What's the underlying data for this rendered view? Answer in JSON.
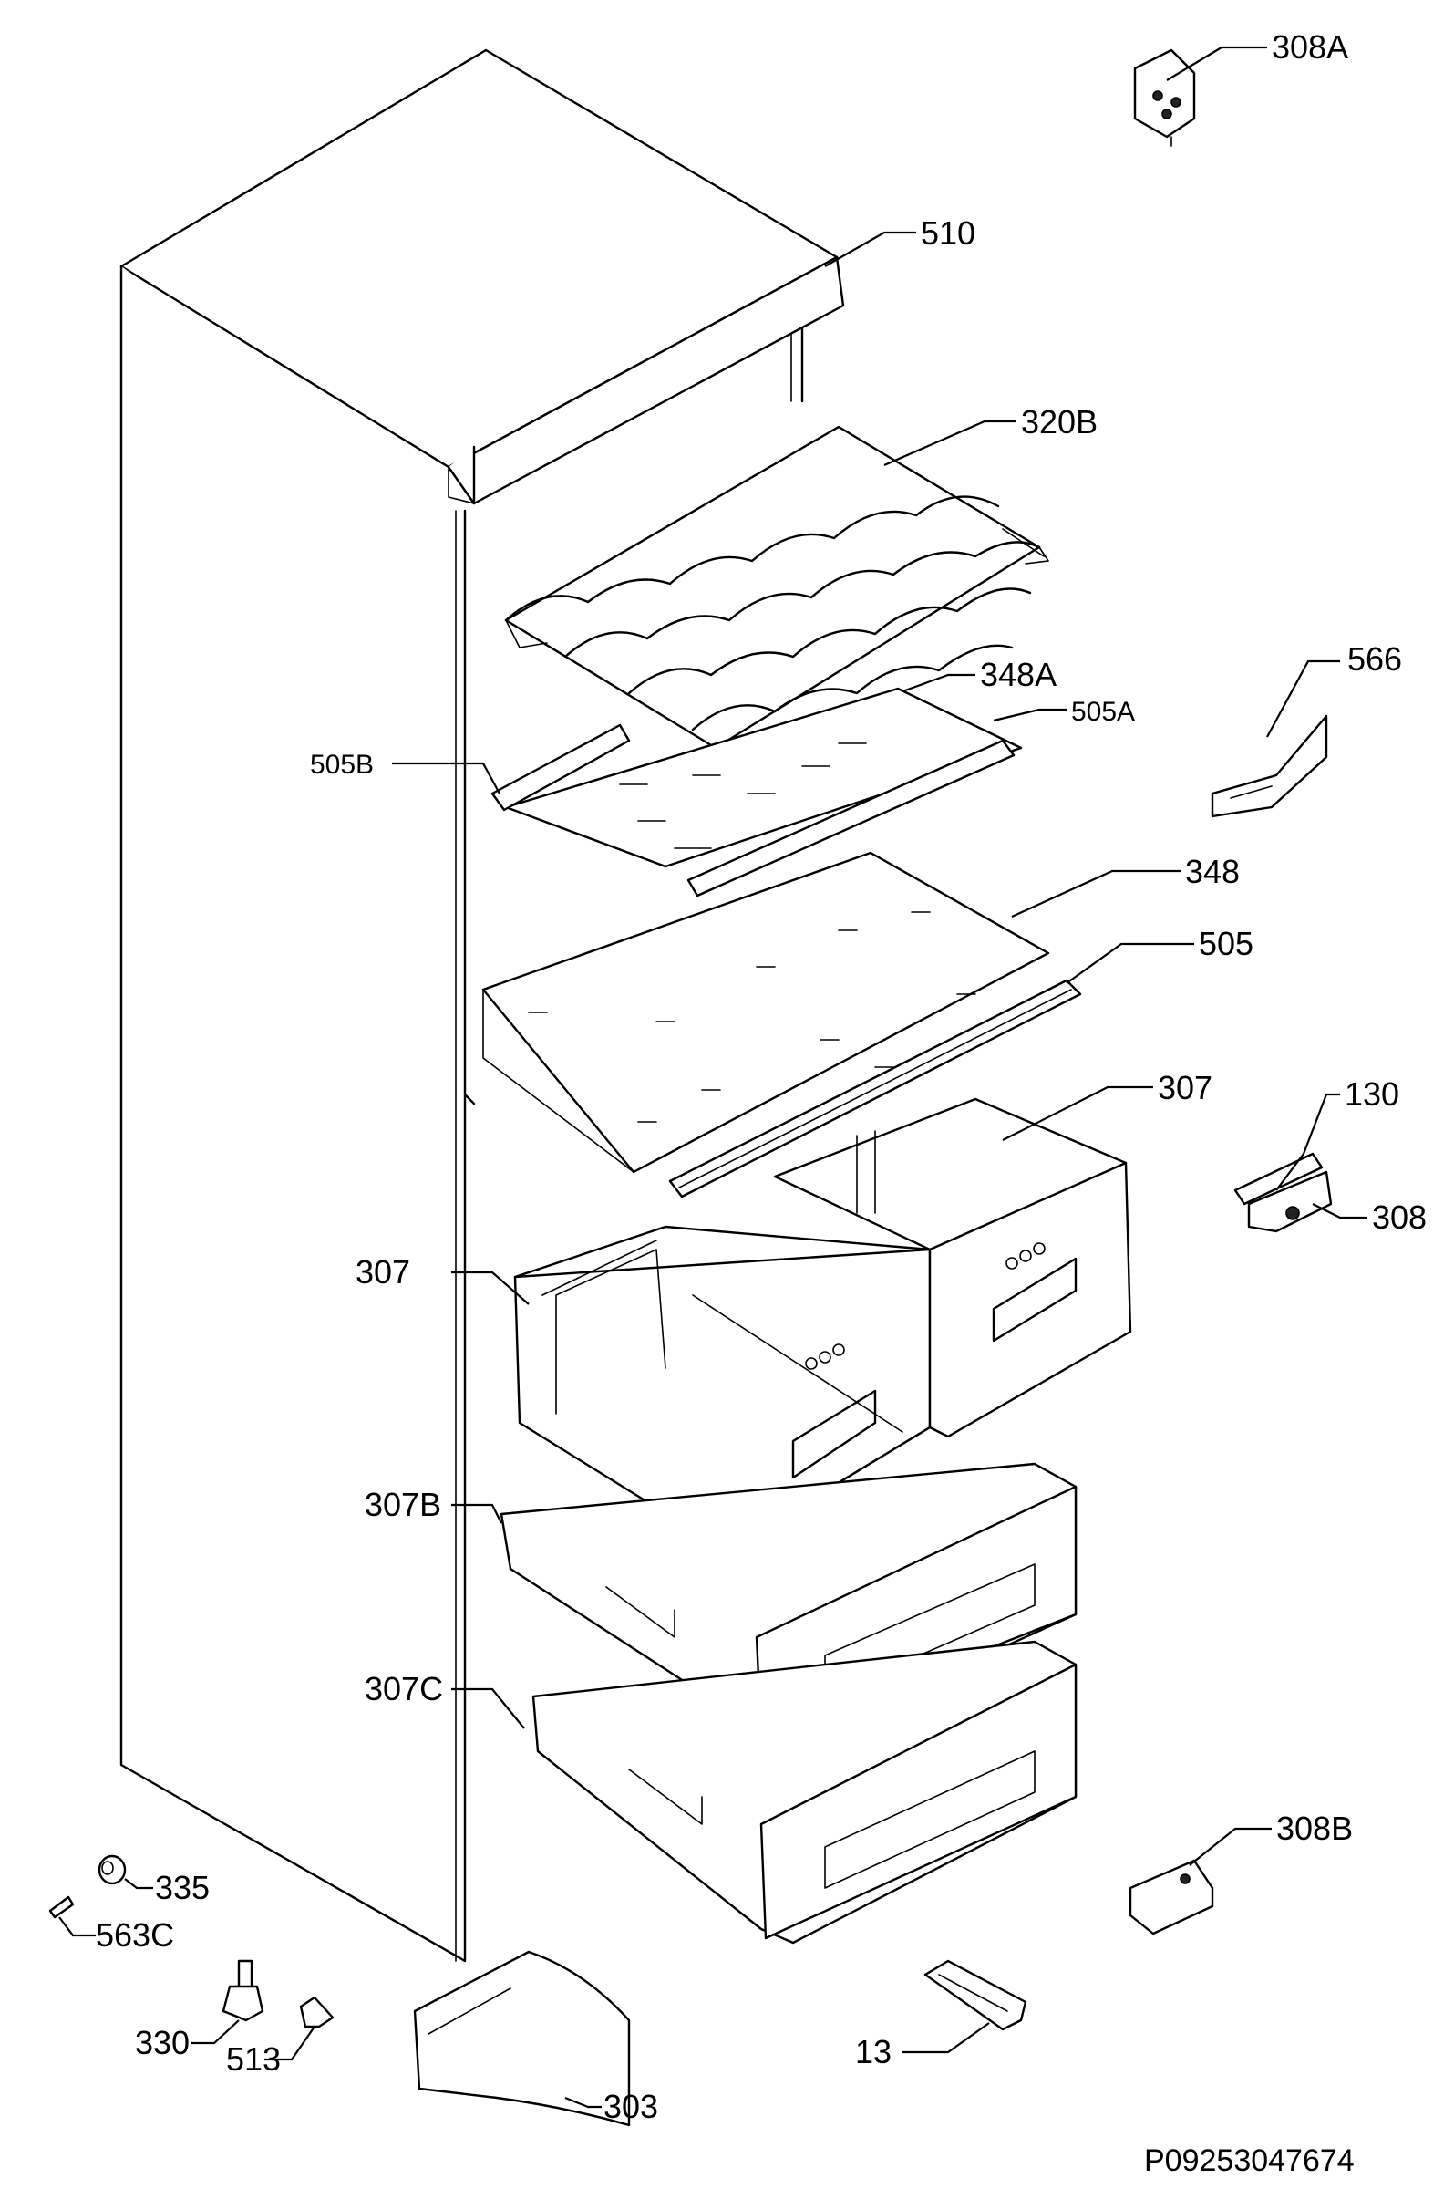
{
  "labels": {
    "p308A": "308A",
    "p510": "510",
    "p320B": "320B",
    "p566": "566",
    "p348A": "348A",
    "p505A": "505A",
    "p505B": "505B",
    "p348": "348",
    "p505": "505",
    "p307r": "307",
    "p130": "130",
    "p308": "308",
    "p307l": "307",
    "p307B": "307B",
    "p307C": "307C",
    "p308B": "308B",
    "p335": "335",
    "p563C": "563C",
    "p330": "330",
    "p513": "513",
    "p13": "13",
    "p303": "303"
  },
  "reference": "P09253047674"
}
